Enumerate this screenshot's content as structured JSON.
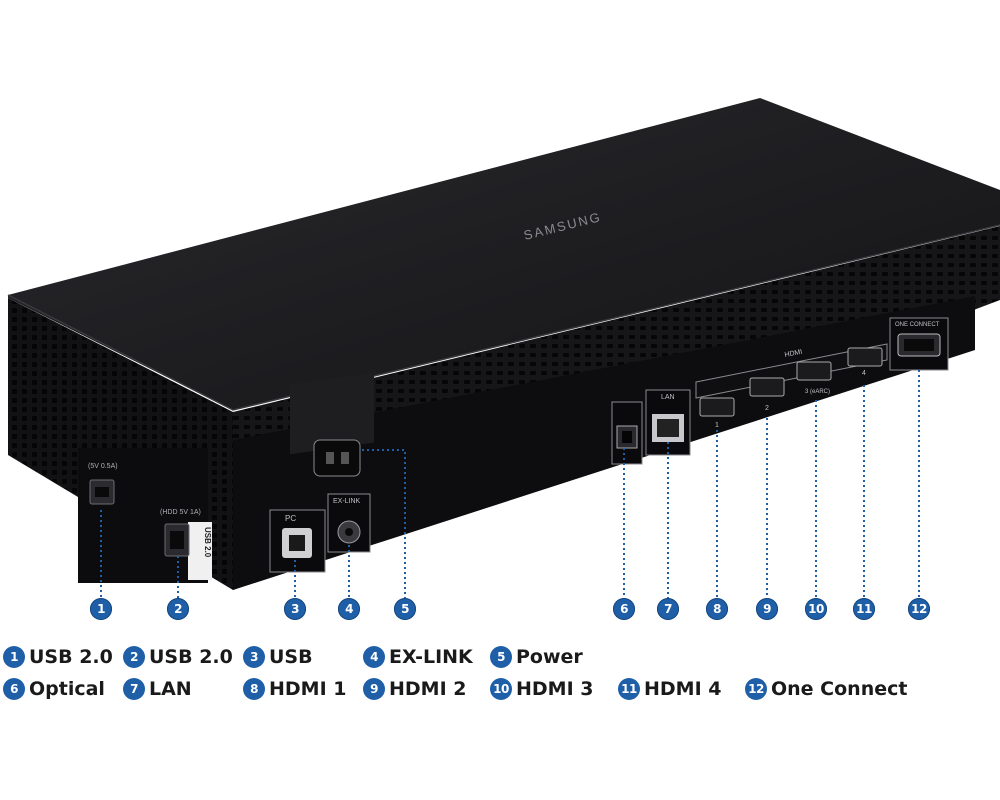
{
  "device": {
    "brand": "SAMSUNG",
    "port_text": {
      "usb_left_1": "(5V 0.5A)",
      "usb_left_2": "(HDD 5V 1A)",
      "usb_side": "USB 2.0",
      "usb_pc": "PC",
      "exlink": "EX-LINK",
      "lan": "LAN",
      "hdmi": "HDMI",
      "hdmi_1": "1",
      "hdmi_2": "2",
      "hdmi_3": "3 (eARC)",
      "hdmi_4": "4",
      "one_connect": "ONE CONNECT"
    }
  },
  "callouts": [
    "1",
    "2",
    "3",
    "4",
    "5",
    "6",
    "7",
    "8",
    "9",
    "10",
    "11",
    "12"
  ],
  "legend": [
    {
      "num": "1",
      "label": "USB 2.0"
    },
    {
      "num": "2",
      "label": "USB 2.0"
    },
    {
      "num": "3",
      "label": "USB"
    },
    {
      "num": "4",
      "label": "EX-LINK"
    },
    {
      "num": "5",
      "label": "Power"
    },
    {
      "num": "6",
      "label": "Optical"
    },
    {
      "num": "7",
      "label": "LAN"
    },
    {
      "num": "8",
      "label": "HDMI 1"
    },
    {
      "num": "9",
      "label": "HDMI 2"
    },
    {
      "num": "10",
      "label": "HDMI 3"
    },
    {
      "num": "11",
      "label": "HDMI 4"
    },
    {
      "num": "12",
      "label": "One Connect"
    }
  ],
  "colors": {
    "accent": "#1f5fa8",
    "device_body": "#141416",
    "device_top": "#1c1c1f"
  }
}
